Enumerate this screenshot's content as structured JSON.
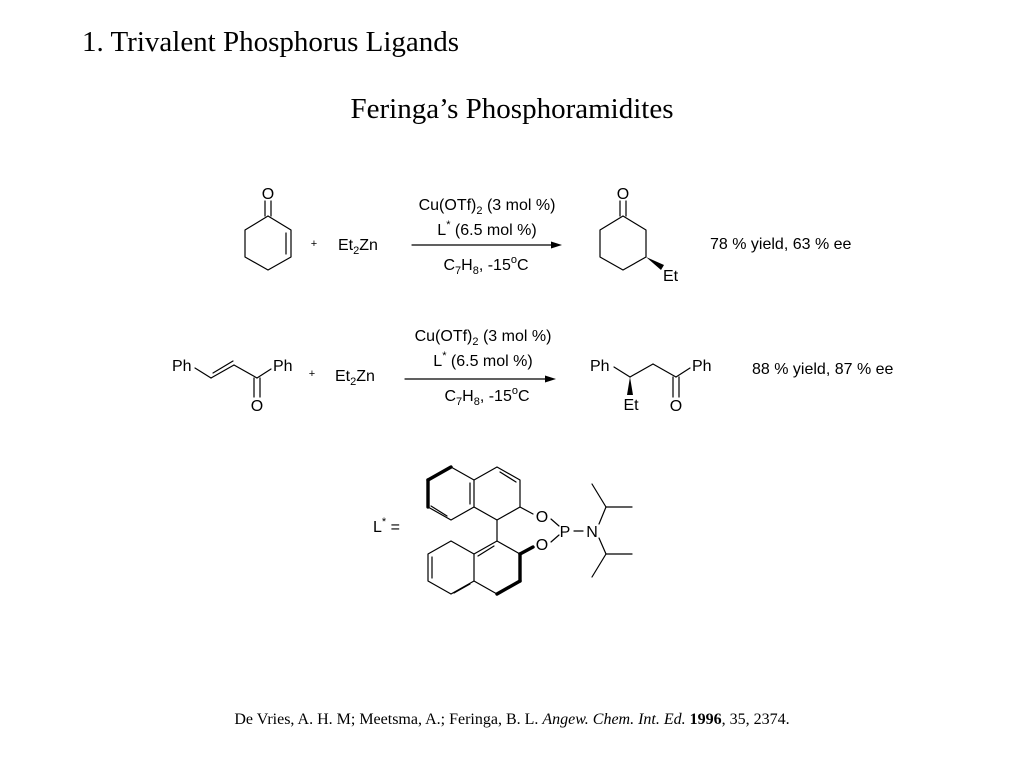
{
  "slide": {
    "heading": "1. Trivalent Phosphorus Ligands",
    "subtitle": "Feringa’s Phosphoramidites"
  },
  "reaction1": {
    "reactant_label": "O",
    "plus": "+",
    "reagent": {
      "main": "Et",
      "sub": "2",
      "tail": "Zn"
    },
    "cond1": {
      "main": "Cu(OTf)",
      "sub": "2",
      "tail": " (3 mol %)"
    },
    "cond2": {
      "main": "L",
      "sup": "*",
      "tail": " (6.5 mol %)"
    },
    "cond3": {
      "a": "C",
      "sub1": "7",
      "b": "H",
      "sub2": "8",
      "c": ", -15",
      "sup": "o",
      "d": "C"
    },
    "product_o": "O",
    "product_et": "Et",
    "result": "78 % yield, 63 % ee"
  },
  "reaction2": {
    "ph_left": "Ph",
    "ph_right": "Ph",
    "reactant_o": "O",
    "plus": "+",
    "reagent": {
      "main": "Et",
      "sub": "2",
      "tail": "Zn"
    },
    "cond1": {
      "main": "Cu(OTf)",
      "sub": "2",
      "tail": " (3 mol %)"
    },
    "cond2": {
      "main": "L",
      "sup": "*",
      "tail": " (6.5 mol %)"
    },
    "cond3": {
      "a": "C",
      "sub1": "7",
      "b": "H",
      "sub2": "8",
      "c": ", -15",
      "sup": "o",
      "d": "C"
    },
    "product_ph_left": "Ph",
    "product_ph_right": "Ph",
    "product_et": "Et",
    "product_o": "O",
    "result": "88 % yield, 87 % ee"
  },
  "ligand": {
    "label_main": "L",
    "label_sup": "*",
    "label_eq": " =",
    "atom_o1": "O",
    "atom_o2": "O",
    "atom_p": "P",
    "atom_n": "N"
  },
  "citation": {
    "authors": "De Vries, A. H. M; Meetsma, A.; Feringa, B. L. ",
    "journal": "Angew. Chem. Int. Ed.",
    "year": "1996",
    "rest": ", 35, 2374."
  }
}
